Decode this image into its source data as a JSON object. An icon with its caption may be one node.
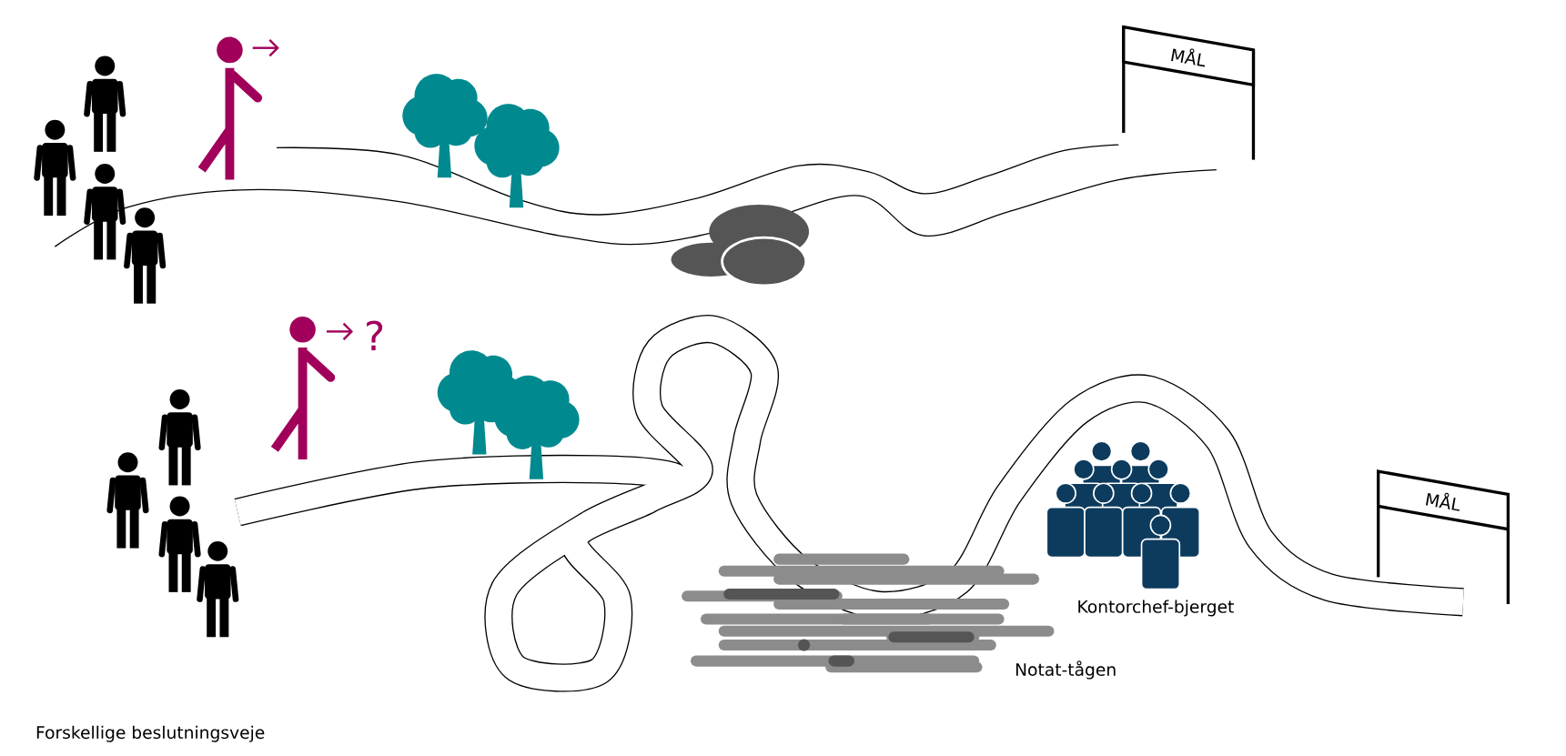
{
  "diagram": {
    "caption": "Forskellige beslutningsveje",
    "nodes": [
      {
        "text": [
          "MÅL"
        ]
      },
      {
        "text": [
          "MÅL"
        ]
      }
    ],
    "labels": [
      "?",
      "Kontorchef-bjerget",
      "Notat-tågen"
    ]
  }
}
